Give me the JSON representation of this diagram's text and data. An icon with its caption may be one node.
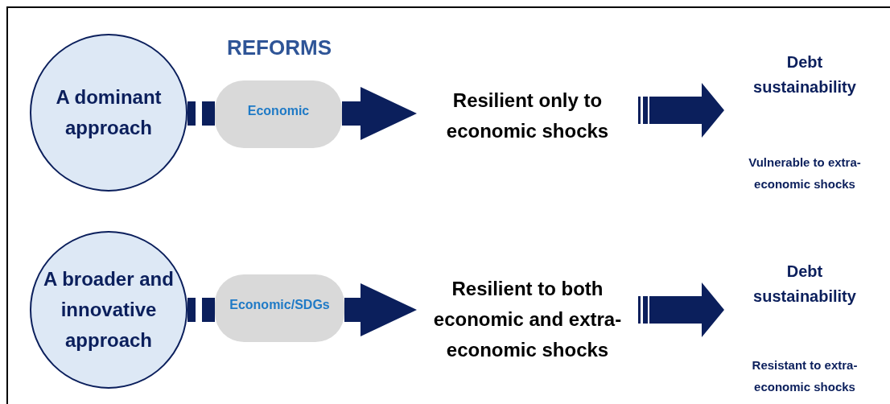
{
  "diagram": {
    "nodes": [
      {
        "text": [
          "A dominant approach"
        ]
      },
      {
        "text": [
          "Economic"
        ]
      },
      {
        "text": [
          "Resilient only to economic shocks"
        ]
      },
      {
        "text": [
          "Debt sustainability",
          "Vulnerable to extra-economic shocks"
        ]
      },
      {
        "text": [
          "A broader and innovative approach"
        ]
      },
      {
        "text": [
          "Economic/SDGs"
        ]
      },
      {
        "text": [
          "Resilient to both economic and extra-economic shocks"
        ]
      },
      {
        "text": [
          "Debt sustainability",
          "Resistant to extra-economic shocks"
        ]
      }
    ],
    "edges": [
      {
        "from": 0,
        "to": 1,
        "arrow": "none",
        "style": "thick"
      },
      {
        "from": 1,
        "to": 2,
        "arrow": "to",
        "style": "thick"
      },
      {
        "from": 2,
        "to": 3,
        "arrow": "to",
        "style": "thick"
      },
      {
        "from": 4,
        "to": 5,
        "arrow": "none",
        "style": "thick"
      },
      {
        "from": 5,
        "to": 6,
        "arrow": "to",
        "style": "thick"
      },
      {
        "from": 6,
        "to": 7,
        "arrow": "to",
        "style": "thick"
      }
    ],
    "labels": [
      "REFORMS"
    ]
  }
}
